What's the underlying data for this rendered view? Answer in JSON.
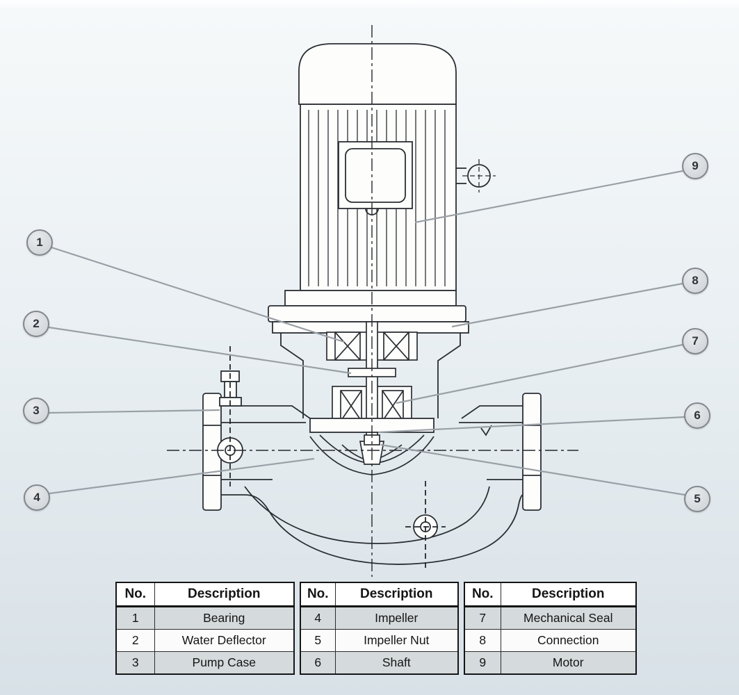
{
  "callouts": [
    "1",
    "2",
    "3",
    "4",
    "5",
    "6",
    "7",
    "8",
    "9"
  ],
  "tables": [
    {
      "headers": {
        "no": "No.",
        "desc": "Description"
      },
      "rows": [
        {
          "no": "1",
          "desc": "Bearing"
        },
        {
          "no": "2",
          "desc": "Water Deflector"
        },
        {
          "no": "3",
          "desc": "Pump Case"
        }
      ]
    },
    {
      "headers": {
        "no": "No.",
        "desc": "Description"
      },
      "rows": [
        {
          "no": "4",
          "desc": "Impeller"
        },
        {
          "no": "5",
          "desc": "Impeller Nut"
        },
        {
          "no": "6",
          "desc": "Shaft"
        }
      ]
    },
    {
      "headers": {
        "no": "No.",
        "desc": "Description"
      },
      "rows": [
        {
          "no": "7",
          "desc": "Mechanical Seal"
        },
        {
          "no": "8",
          "desc": "Connection"
        },
        {
          "no": "9",
          "desc": "Motor"
        }
      ]
    }
  ]
}
